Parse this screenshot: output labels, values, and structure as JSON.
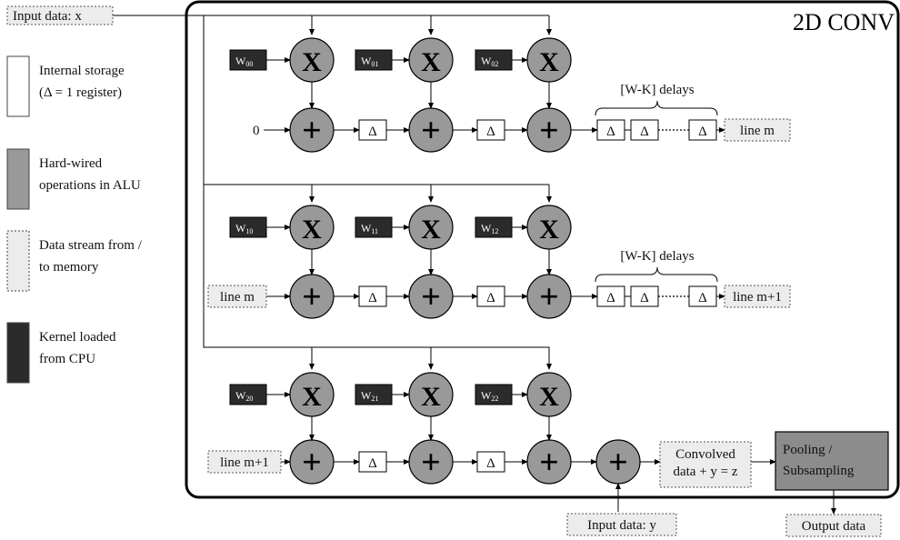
{
  "diagram": {
    "title": "2D CONV",
    "input_x": "Input data: x",
    "input_y": "Input data: y",
    "output": "Output data",
    "zero": "0",
    "delay_symbol": "Δ",
    "delays_label": "[W-K] delays",
    "multiply_symbol": "X",
    "add_symbol": "+",
    "convolved": [
      "Convolved",
      "data + y = z"
    ],
    "pooling": [
      "Pooling /",
      "Subsampling"
    ],
    "rows": [
      {
        "weights": [
          [
            "W",
            "00"
          ],
          [
            "W",
            "01"
          ],
          [
            "W",
            "02"
          ]
        ],
        "input": "0",
        "output": "line m",
        "has_delay_line": true
      },
      {
        "weights": [
          [
            "W",
            "10"
          ],
          [
            "W",
            "11"
          ],
          [
            "W",
            "12"
          ]
        ],
        "input": "line m",
        "output": "line m+1",
        "has_delay_line": true
      },
      {
        "weights": [
          [
            "W",
            "20"
          ],
          [
            "W",
            "21"
          ],
          [
            "W",
            "22"
          ]
        ],
        "input": "line m+1",
        "output": "",
        "has_delay_line": false
      }
    ]
  },
  "legend": [
    {
      "lines": [
        "Internal storage",
        "(Δ = 1 register)"
      ],
      "fill": "#ffffff",
      "style": "solid"
    },
    {
      "lines": [
        "Hard-wired",
        "operations in ALU"
      ],
      "fill": "#999999",
      "style": "solid"
    },
    {
      "lines": [
        "Data stream from /",
        "to memory"
      ],
      "fill": "#ececec",
      "style": "dotted"
    },
    {
      "lines": [
        "Kernel loaded",
        "from CPU"
      ],
      "fill": "#2b2b2b",
      "style": "solid"
    }
  ],
  "colors": {
    "alu": "#999999",
    "kernel": "#2b2b2b",
    "stream": "#ececec",
    "pooling": "#8c8c8c",
    "line": "#000000"
  }
}
